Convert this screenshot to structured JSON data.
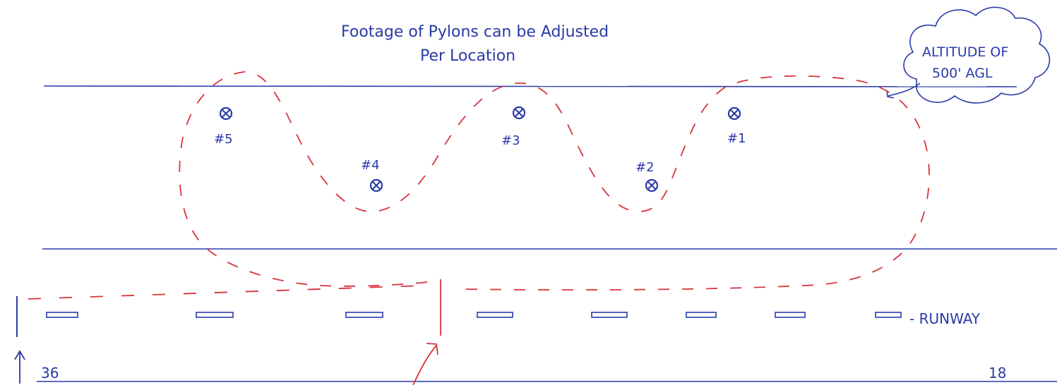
{
  "title": {
    "line1": "Footage of Pylons can be Adjusted",
    "line2": "Per Location"
  },
  "altitude_callout": {
    "line1": "ALTITUDE OF",
    "line2": "500' AGL"
  },
  "pylons": [
    {
      "label": "#5"
    },
    {
      "label": "#4"
    },
    {
      "label": "#3"
    },
    {
      "label": "#2"
    },
    {
      "label": "#1"
    }
  ],
  "runway": {
    "label": "- RUNWAY",
    "end_left": "36",
    "end_right": "18"
  },
  "colors": {
    "ink_blue": "#2a3aa8",
    "course_red": "#d8343c"
  },
  "icons": {
    "pylon": "crossed-circle-icon",
    "arrow": "arrow-icon"
  }
}
